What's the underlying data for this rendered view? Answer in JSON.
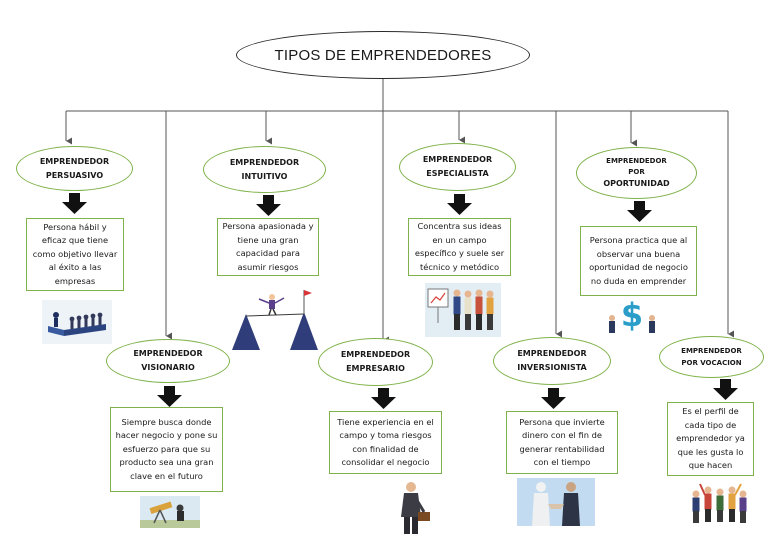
{
  "title": "TIPOS DE EMPRENDEDORES",
  "types": [
    {
      "name_line1": "EMPRENDEDOR",
      "name_line2": "PERSUASIVO",
      "description": "Persona hábil y eficaz que tiene como objetivo llevar al éxito a las empresas",
      "icon": "podium-team-icon"
    },
    {
      "name_line1": "EMPRENDEDOR",
      "name_line2": "VISIONARIO",
      "description": "Siempre busca donde hacer negocio y pone su esfuerzo para que su producto sea una gran clave en el futuro",
      "icon": "telescope-icon"
    },
    {
      "name_line1": "EMPRENDEDOR",
      "name_line2": "INTUITIVO",
      "description": "Persona apasionada y tiene una gran capacidad para asumir riesgos",
      "icon": "tightrope-icon"
    },
    {
      "name_line1": "EMPRENDEDOR",
      "name_line2": "EMPRESARIO",
      "description": "Tiene experiencia en el campo y toma riesgos con finalidad de consolidar el negocio",
      "icon": "businessman-icon"
    },
    {
      "name_line1": "EMPRENDEDOR",
      "name_line2": "ESPECIALISTA",
      "description": "Concentra sus ideas en un campo específico y suele ser técnico y metódico",
      "icon": "presentation-team-icon"
    },
    {
      "name_line1": "EMPRENDEDOR",
      "name_line2": "INVERSIONISTA",
      "description": "Persona que invierte dinero con el fin de generar rentabilidad con el tiempo",
      "icon": "handshake-icon"
    },
    {
      "name_line1": "EMPRENDEDOR",
      "name_line2": "POR",
      "name_line3": "OPORTUNIDAD",
      "description": "Persona practica que al observar una buena oportunidad de negocio no duda en emprender",
      "icon": "dollar-sign-icon"
    },
    {
      "name_line1": "EMPRENDEDOR",
      "name_line2": "POR VOCACION",
      "description": "Es el perfil de cada tipo de emprendedor ya que les gusta lo que hacen",
      "icon": "team-celebration-icon"
    }
  ],
  "colors": {
    "oval_border": "#7fb24a",
    "box_border": "#7fb24a",
    "arrow": "#111111",
    "connector": "#555555"
  }
}
